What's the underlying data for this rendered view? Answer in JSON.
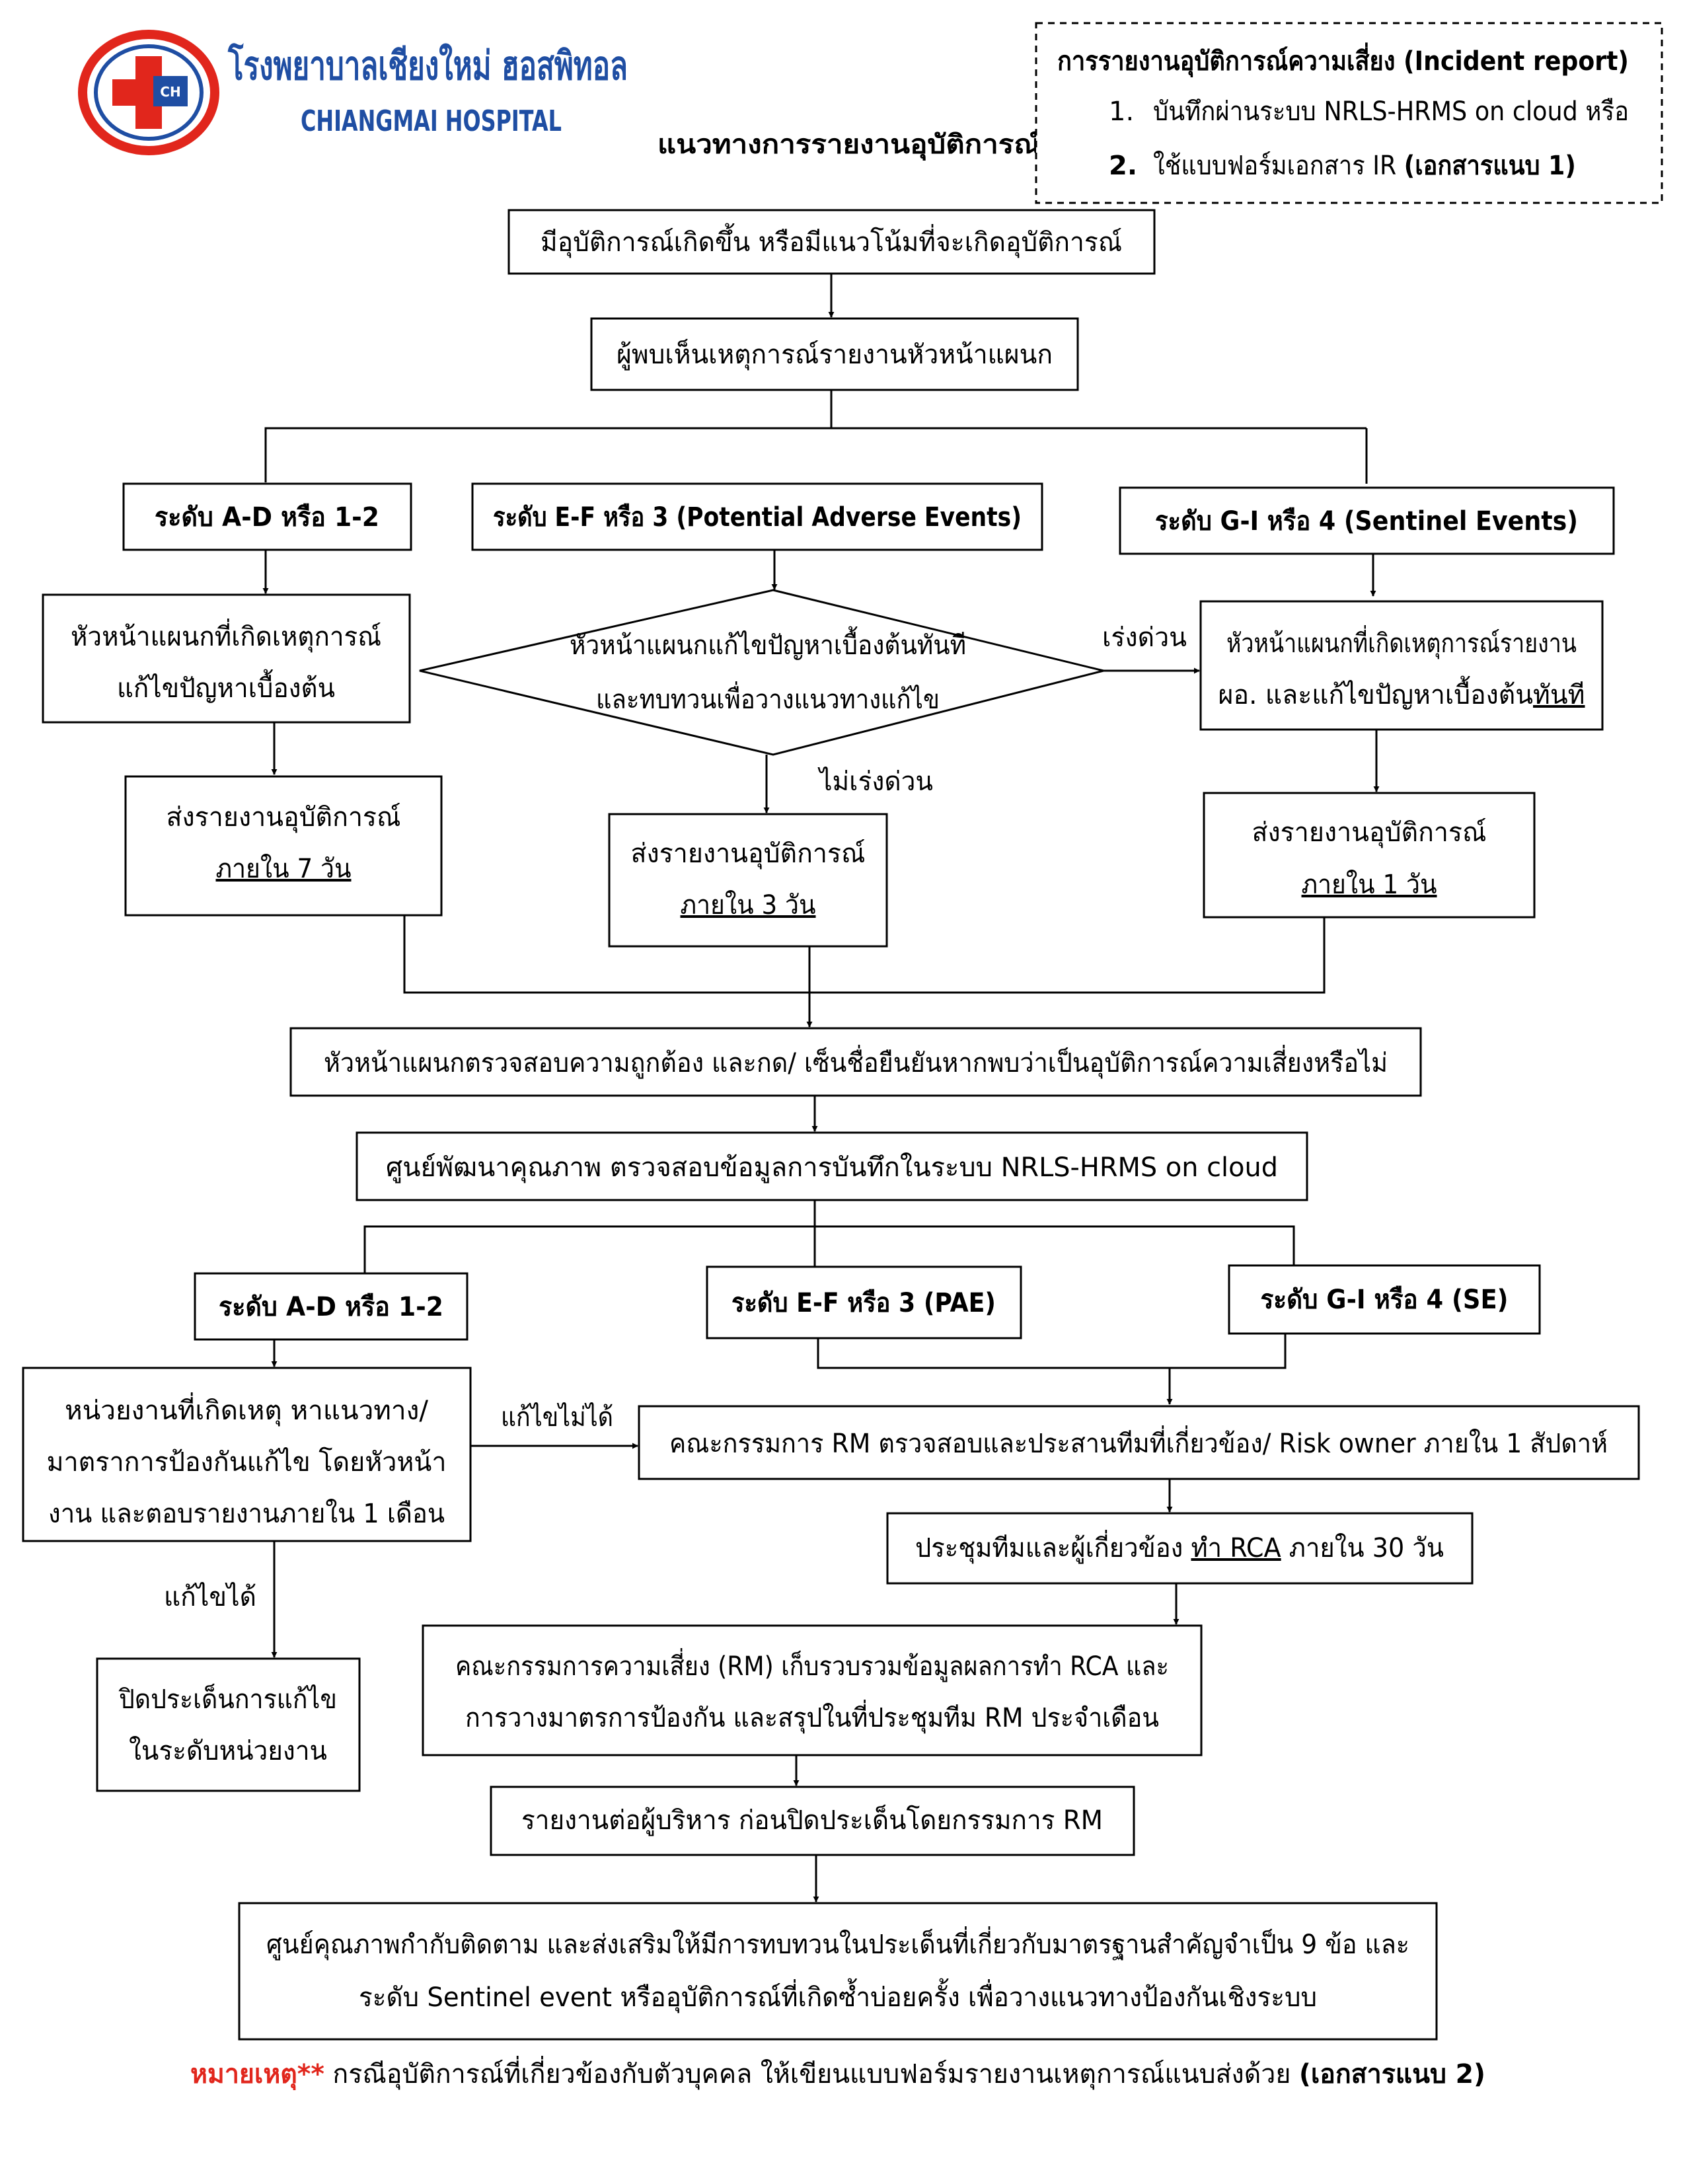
{
  "header": {
    "logo_text_th": "โรงพยาบาลเชียงใหม่ ฮอสพิทอล",
    "logo_text_en": "CHIANGMAI HOSPITAL",
    "logo_badge": "CH",
    "title": "แนวทางการรายงานอุบัติการณ์"
  },
  "incident_report": {
    "heading": "การรายงานอุบัติการณ์ความเสี่ยง (Incident report)",
    "item1_num": "1.",
    "item1": "บันทึกผ่านระบบ NRLS-HRMS on cloud หรือ",
    "item2_num": "2.",
    "item2_a": "ใช้แบบฟอร์มเอกสาร IR ",
    "item2_b": "(เอกสารแนบ 1)"
  },
  "flow": {
    "start": "มีอุบัติการณ์เกิดขึ้น หรือมีแนวโน้มที่จะเกิดอุบัติการณ์",
    "reporter": "ผู้พบเห็นเหตุการณ์รายงานหัวหน้าแผนก",
    "level_ad": "ระดับ A-D หรือ 1-2",
    "level_ef": "ระดับ E-F หรือ 3 (Potential Adverse Events)",
    "level_gi": "ระดับ G-I หรือ 4 (Sentinel Events)",
    "ad_action_1": "หัวหน้าแผนกที่เกิดเหตุการณ์",
    "ad_action_2": "แก้ไขปัญหาเบื้องต้น",
    "ef_decision_1": "หัวหน้าแผนกแก้ไขปัญหาเบื้องต้นทันที",
    "ef_decision_2": "และทบทวนเพื่อวางแนวทางแก้ไข",
    "urgent_label": "เร่งด่วน",
    "not_urgent_label": "ไม่เร่งด่วน",
    "gi_action_1": "หัวหน้าแผนกที่เกิดเหตุการณ์รายงาน",
    "gi_action_2a": "ผอ. และแก้ไขปัญหาเบื้องต้น",
    "gi_action_2b": "ทันที",
    "send_report": "ส่งรายงานอุบัติการณ์",
    "within_7": "ภายใน 7 วัน",
    "within_3": "ภายใน 3 วัน",
    "within_1": "ภายใน 1 วัน",
    "verify": "หัวหน้าแผนกตรวจสอบความถูกต้อง และกด/ เซ็นชื่อยืนยันหากพบว่าเป็นอุบัติการณ์ความเสี่ยงหรือไม่",
    "quality_center": "ศูนย์พัฒนาคุณภาพ ตรวจสอบข้อมูลการบันทึกในระบบ NRLS-HRMS on cloud",
    "level2_ad": "ระดับ A-D หรือ 1-2",
    "level2_ef": "ระดับ E-F หรือ 3 (PAE)",
    "level2_gi": "ระดับ G-I หรือ 4 (SE)",
    "unit_1": "หน่วยงานที่เกิดเหตุ หาแนวทาง/",
    "unit_2": "มาตราการป้องกันแก้ไข โดยหัวหน้า",
    "unit_3": "งาน และตอบรายงานภายใน 1 เดือน",
    "cannot_fix": "แก้ไขไม่ได้",
    "can_fix": "แก้ไขได้",
    "committee": "คณะกรรมการ RM ตรวจสอบและประสานทีมที่เกี่ยวข้อง/ Risk owner ภายใน 1 สัปดาห์",
    "meeting_a": "ประชุมทีมและผู้เกี่ยวข้อง ",
    "meeting_b": "ทำ RCA",
    "meeting_c": " ภายใน 30 วัน",
    "close_unit_1": "ปิดประเด็นการแก้ไข",
    "close_unit_2": "ในระดับหน่วยงาน",
    "rm_collect_1": "คณะกรรมการความเสี่ยง (RM) เก็บรวบรวมข้อมูลผลการทำ RCA และ",
    "rm_collect_2": "การวางมาตรการป้องกัน และสรุปในที่ประชุมทีม RM ประจำเดือน",
    "report_exec": "รายงานต่อผู้บริหาร ก่อนปิดประเด็นโดยกรรมการ RM",
    "final_1": "ศูนย์คุณภาพกำกับติดตาม และส่งเสริมให้มีการทบทวนในประเด็นที่เกี่ยวกับมาตรฐานสำคัญจำเป็น 9 ข้อ และ",
    "final_2": "ระดับ Sentinel event หรืออุบัติการณ์ที่เกิดซ้ำบ่อยครั้ง เพื่อวางแนวทางป้องกันเชิงระบบ"
  },
  "footer": {
    "note_label": "หมายเหตุ**",
    "note_text": " กรณีอุบัติการณ์ที่เกี่ยวข้องกับตัวบุคคล ให้เขียนแบบฟอร์มรายงานเหตุการณ์แนบส่งด้วย ",
    "note_ref": "(เอกสารแนบ 2)"
  },
  "colors": {
    "logo_blue": "#1f4ea3",
    "logo_red": "#e1261c",
    "note_red": "#e1261c"
  }
}
